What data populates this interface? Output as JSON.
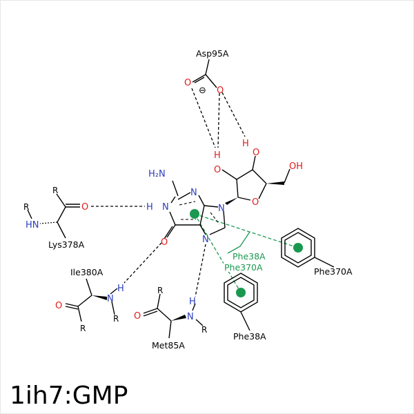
{
  "title": "1ih7:GMP",
  "colors": {
    "oxygen": "#e31a1c",
    "nitrogen": "#2b3cbf",
    "carbon": "#000000",
    "pi_interaction": "#1a9850",
    "hbond": "#000000"
  },
  "residues": {
    "asp95": "Asp95A",
    "lys378": "Lys378A",
    "ile380": "Ile380A",
    "met85": "Met85A",
    "phe370_ring": "Phe370A",
    "phe38_ring": "Phe38A",
    "phe38_center_label": "Phe38A",
    "phe370_center_label": "Phe370A"
  },
  "atoms": {
    "O": "O",
    "N": "N",
    "H": "H",
    "HN": "HN",
    "H2N": "H₂N",
    "OH": "OH",
    "R": "R",
    "minus": "⊖"
  }
}
